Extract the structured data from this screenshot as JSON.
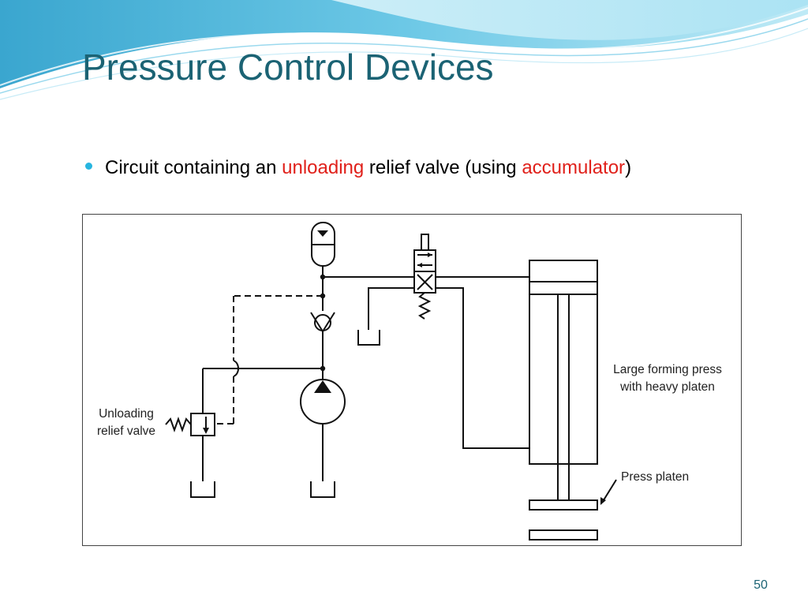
{
  "slide": {
    "title": "Pressure Control Devices",
    "bullet": {
      "text_1": "Circuit containing an ",
      "highlight_1": "unloading",
      "text_2": " relief valve (using ",
      "highlight_2": "accumulator",
      "text_3": ")"
    },
    "page_number": "50"
  },
  "diagram": {
    "labels": {
      "unloading_line1": "Unloading",
      "unloading_line2": "relief valve",
      "press_line1": "Large forming press",
      "press_line2": "with heavy platen",
      "platen": "Press platen"
    }
  },
  "colors": {
    "title": "#1b6374",
    "highlight": "#e0201a",
    "bullet": "#27b5e0",
    "wave_light": "#bfe9f5",
    "wave_mid": "#7fd2ec",
    "wave_dark": "#2aa7d6"
  }
}
